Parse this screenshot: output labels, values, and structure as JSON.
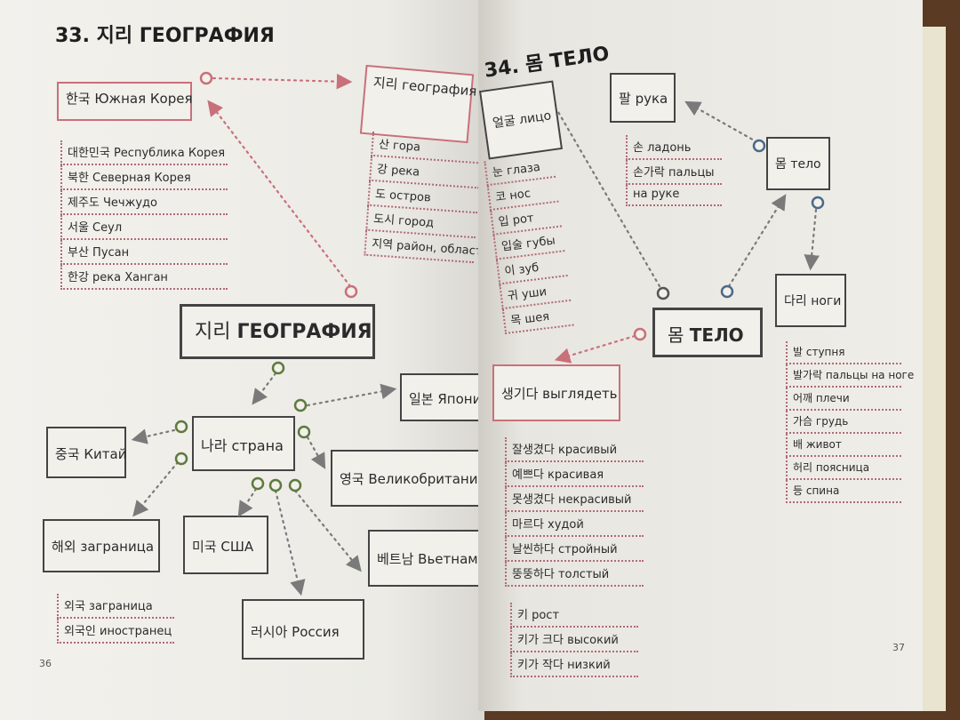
{
  "left": {
    "heading": "33. 지리 ГЕОГРАФИЯ",
    "south_korea": {
      "title": "한국 Южная Корея",
      "items": [
        "대한민국 Республика Корея",
        "북한 Северная Корея",
        "제주도 Чечжудо",
        "서울 Сеул",
        "부산 Пусан",
        "한강 река Ханган"
      ]
    },
    "geography_box": {
      "title": "지리 география",
      "items": [
        "산 гора",
        "강 река",
        "도 остров",
        "도시 город",
        "지역 район, область"
      ]
    },
    "center": {
      "korean": "지리",
      "russian": "ГЕОГРАФИЯ"
    },
    "country": "나라 страна",
    "japan": "일본 Япония",
    "china": "중국 Китай",
    "uk": "영국 Великобритания",
    "abroad": {
      "title": "해외 заграница",
      "items": [
        "외국 заграница",
        "외국인 иностранец"
      ]
    },
    "usa": "미국 США",
    "vietnam": "베트남 Вьетнам",
    "russia": "러시아 Россия",
    "page_number": "36"
  },
  "right": {
    "heading": "34. 몸 ТЕЛО",
    "face": {
      "title": "얼굴 лицо",
      "items": [
        "눈 глаза",
        "코 нос",
        "입 рот",
        "입술 губы",
        "이 зуб",
        "귀 уши",
        "목 шея"
      ]
    },
    "arm": {
      "title": "팔 рука",
      "items": [
        "손 ладонь",
        "손가락 пальцы",
        "на руке"
      ]
    },
    "body_small": "몸 тело",
    "legs": {
      "title": "다리 ноги",
      "items": [
        "발 ступня",
        "발가락 пальцы на ноге",
        "어깨 плечи",
        "가슴 грудь",
        "배 живот",
        "허리 поясница",
        "등 спина"
      ]
    },
    "center": {
      "korean": "몸",
      "russian": "ТЕЛО"
    },
    "look": {
      "title": "생기다 выглядеть",
      "items": [
        "잘생겼다 красивый",
        "예쁘다 красивая",
        "못생겼다 некрасивый",
        "마르다 худой",
        "날씬하다 стройный",
        "뚱뚱하다 толстый"
      ]
    },
    "height": {
      "items": [
        "키 рост",
        "키가 크다 высокий",
        "키가 작다 низкий"
      ]
    },
    "page_number": "37"
  },
  "colors": {
    "accent": "#c9707a",
    "node_green": "#5e7a3e",
    "node_blue": "#4a6a8a",
    "arrow": "#7a7a7a"
  }
}
